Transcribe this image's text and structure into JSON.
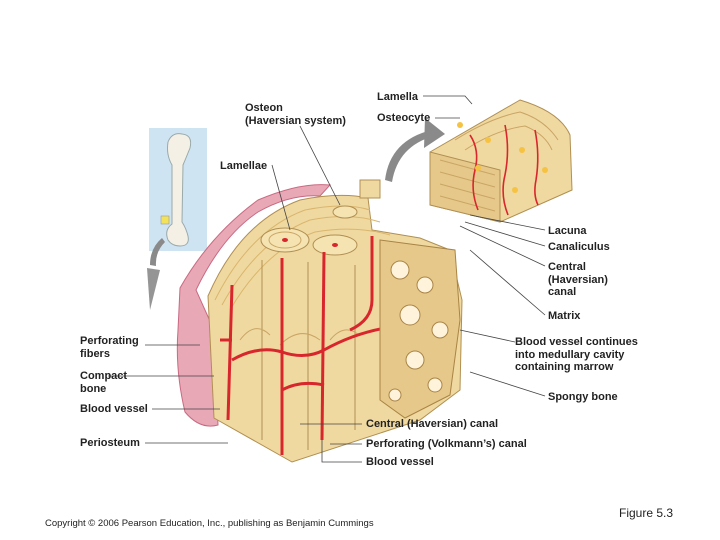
{
  "labels": {
    "lamella": "Lamella",
    "osteon": "Osteon\n(Haversian system)",
    "osteocyte": "Osteocyte",
    "lamellae": "Lamellae",
    "lacuna": "Lacuna",
    "canaliculus": "Canaliculus",
    "central_canal_right": "Central\n(Haversian)\ncanal",
    "matrix": "Matrix",
    "perforating_fibers": "Perforating\nfibers",
    "compact_bone": "Compact\nbone",
    "blood_vessel_left": "Blood vessel",
    "periosteum": "Periosteum",
    "blood_vessel_continues": "Blood vessel continues\ninto medullary cavity\ncontaining marrow",
    "spongy_bone": "Spongy bone",
    "central_canal_bottom": "Central (Haversian) canal",
    "perforating_canal": "Perforating (Volkmann’s) canal",
    "blood_vessel_bottom": "Blood vessel"
  },
  "footer": {
    "copyright": "Copyright © 2006 Pearson Education, Inc., publishing as Benjamin Cummings",
    "figure": "Figure 5.3"
  },
  "colors": {
    "bone": "#f0d9a0",
    "bone_dark": "#d9b66e",
    "vessel": "#d8262d",
    "periosteum": "#e38ba0",
    "inset_bg": "#cfe4f3",
    "leader": "#444444"
  }
}
